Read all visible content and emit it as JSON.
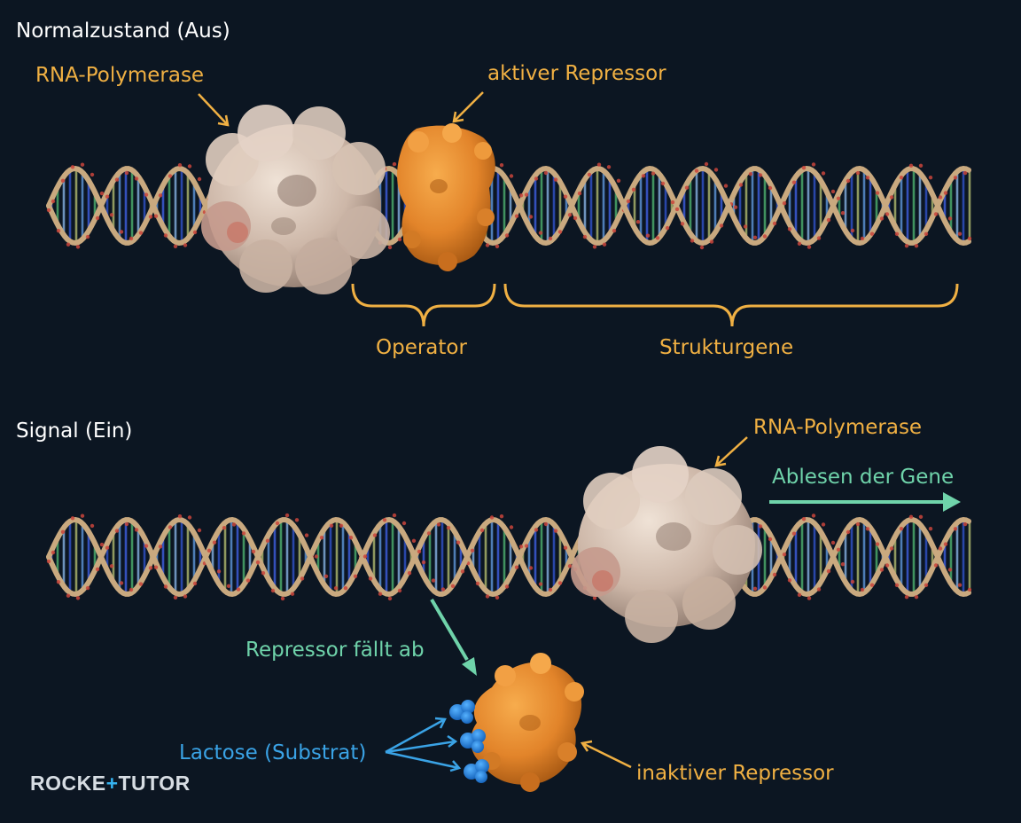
{
  "top_panel": {
    "title": "Normalzustand (Aus)",
    "polymerase_label": "RNA-Polymerase",
    "repressor_label": "aktiver Repressor",
    "operator_label": "Operator",
    "genes_label": "Strukturgene"
  },
  "bottom_panel": {
    "title": "Signal (Ein)",
    "polymerase_label": "RNA-Polymerase",
    "reading_label": "Ablesen der Gene",
    "repressor_drops_label": "Repressor fällt ab",
    "lactose_label": "Lactose (Substrat)",
    "inactive_repressor_label": "inaktiver Repressor"
  },
  "logo": {
    "part1": "ROCKE",
    "plus": "+",
    "part2": "TUTOR"
  },
  "colors": {
    "background": "#0c1622",
    "label_orange": "#f0b043",
    "label_green": "#6fd3aa",
    "label_blue": "#3aa3e6",
    "dna_backbone": "#c9a97f",
    "polymerase": "#d9c4b6",
    "repressor": "#e8892a",
    "lactose": "#1e7fe0"
  }
}
